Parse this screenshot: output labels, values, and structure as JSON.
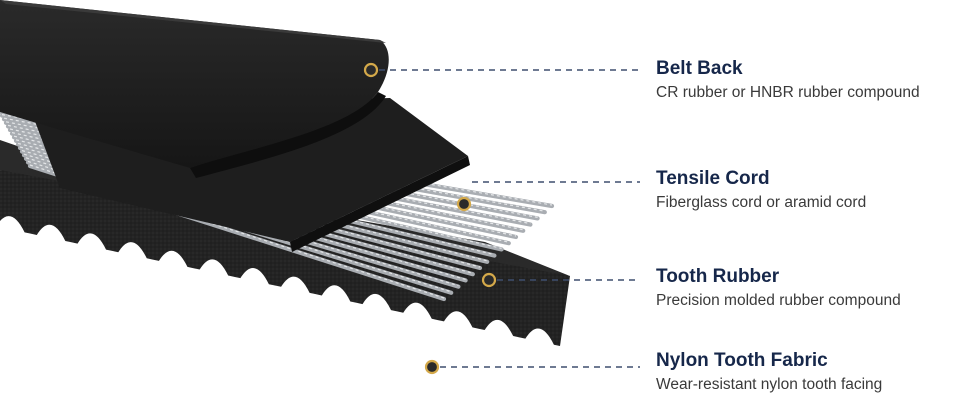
{
  "layers": [
    {
      "title": "Belt Back",
      "description": "CR rubber or HNBR rubber compound"
    },
    {
      "title": "Tensile Cord",
      "description": "Fiberglass cord or aramid cord"
    },
    {
      "title": "Tooth Rubber",
      "description": "Precision molded rubber compound"
    },
    {
      "title": "Nylon Tooth Fabric",
      "description": "Wear-resistant nylon tooth facing"
    }
  ],
  "colors": {
    "title_text": "#16274a",
    "description_text": "#3a3a3a",
    "leader_line": "#3e4e6e",
    "marker_ring": "#d4a94a",
    "rubber_dark": "#1c1c1c",
    "cord_steel": "#a9adb2"
  },
  "icons": {
    "layer_marker": "ring-marker-icon"
  }
}
